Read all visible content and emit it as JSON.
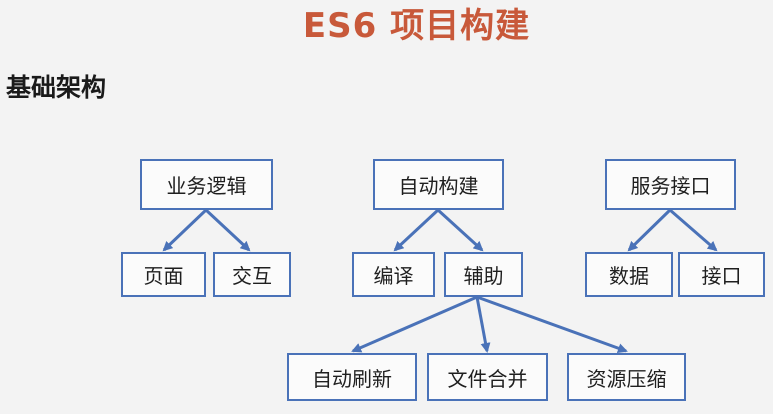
{
  "title": "ES6 项目构建",
  "subtitle": "基础架构",
  "nodes": [
    {
      "id": "n0",
      "label": "业务逻辑"
    },
    {
      "id": "n1",
      "label": "自动构建"
    },
    {
      "id": "n2",
      "label": "服务接口"
    },
    {
      "id": "n3",
      "label": "页面"
    },
    {
      "id": "n4",
      "label": "交互"
    },
    {
      "id": "n5",
      "label": "编译"
    },
    {
      "id": "n6",
      "label": "辅助"
    },
    {
      "id": "n7",
      "label": "数据"
    },
    {
      "id": "n8",
      "label": "接口"
    },
    {
      "id": "n9",
      "label": "自动刷新"
    },
    {
      "id": "n10",
      "label": "文件合并"
    },
    {
      "id": "n11",
      "label": "资源压缩"
    }
  ],
  "edges": [
    {
      "from": "n0",
      "to": "n3"
    },
    {
      "from": "n0",
      "to": "n4"
    },
    {
      "from": "n1",
      "to": "n5"
    },
    {
      "from": "n1",
      "to": "n6"
    },
    {
      "from": "n2",
      "to": "n7"
    },
    {
      "from": "n2",
      "to": "n8"
    },
    {
      "from": "n6",
      "to": "n9"
    },
    {
      "from": "n6",
      "to": "n10"
    },
    {
      "from": "n6",
      "to": "n11"
    }
  ],
  "colors": {
    "title": "#c8593a",
    "box_border": "#4a72b8",
    "arrow": "#4a72b8",
    "background": "#f3f3f3"
  }
}
